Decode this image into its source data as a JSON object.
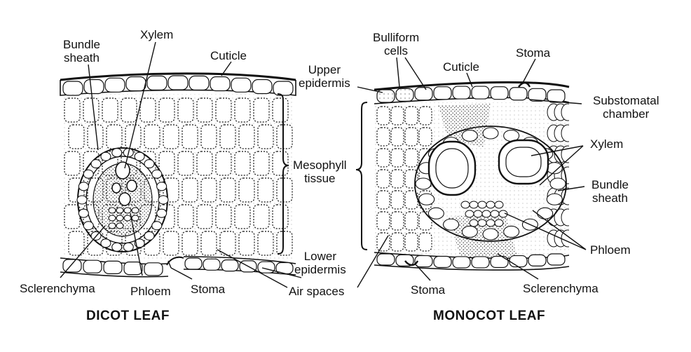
{
  "dicot": {
    "caption": "DICOT LEAF",
    "labels": {
      "bundle_sheath": "Bundle\nsheath",
      "xylem": "Xylem",
      "cuticle": "Cuticle",
      "sclerenchyma": "Sclerenchyma",
      "phloem": "Phloem",
      "stoma": "Stoma"
    }
  },
  "shared": {
    "upper_epidermis": "Upper\nepidermis",
    "mesophyll_tissue": "Mesophyll\ntissue",
    "lower_epidermis": "Lower\nepidermis",
    "air_spaces": "Air spaces"
  },
  "monocot": {
    "caption": "MONOCOT LEAF",
    "labels": {
      "bulliform_cells": "Bulliform\ncells",
      "cuticle": "Cuticle",
      "stoma_top": "Stoma",
      "substomatal_chamber": "Substomatal\nchamber",
      "xylem": "Xylem",
      "bundle_sheath": "Bundle\nsheath",
      "phloem": "Phloem",
      "stoma_bottom": "Stoma",
      "sclerenchyma": "Sclerenchyma"
    }
  }
}
